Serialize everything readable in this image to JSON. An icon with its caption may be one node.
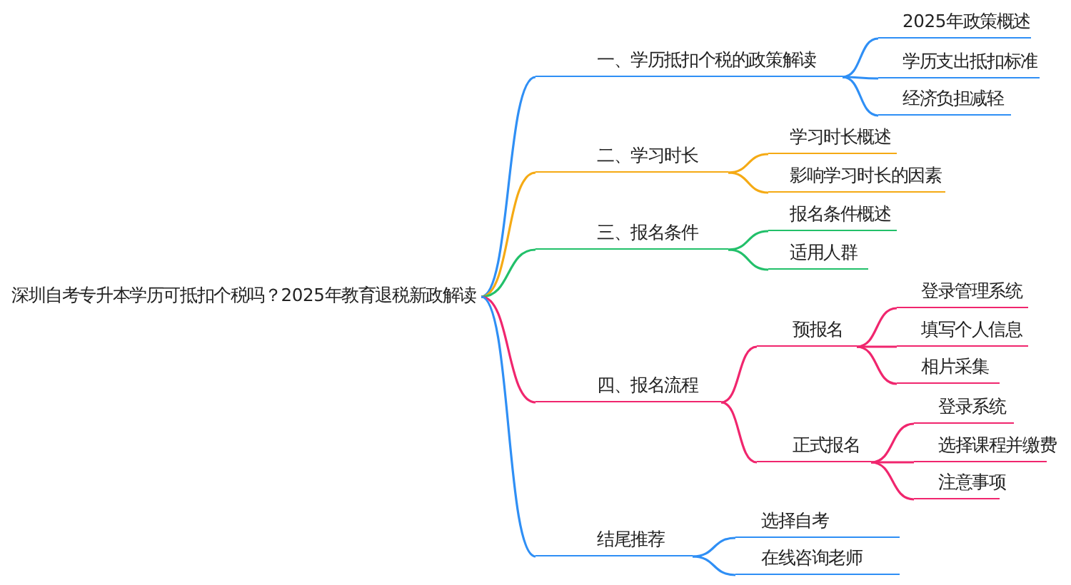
{
  "diagram": {
    "nodes": [
      {
        "text": [
          "深圳自考专升本学历可抵扣个税吗？2025年教育退税新政解读"
        ]
      },
      {
        "text": [
          "一、学历抵扣个税的政策解读"
        ]
      },
      {
        "text": [
          "2025年政策概述"
        ]
      },
      {
        "text": [
          "学历支出抵扣标准"
        ]
      },
      {
        "text": [
          "经济负担减轻"
        ]
      },
      {
        "text": [
          "二、学习时长"
        ]
      },
      {
        "text": [
          "学习时长概述"
        ]
      },
      {
        "text": [
          "影响学习时长的因素"
        ]
      },
      {
        "text": [
          "三、报名条件"
        ]
      },
      {
        "text": [
          "报名条件概述"
        ]
      },
      {
        "text": [
          "适用人群"
        ]
      },
      {
        "text": [
          "四、报名流程"
        ]
      },
      {
        "text": [
          "预报名"
        ]
      },
      {
        "text": [
          "登录管理系统"
        ]
      },
      {
        "text": [
          "填写个人信息"
        ]
      },
      {
        "text": [
          "相片采集"
        ]
      },
      {
        "text": [
          "正式报名"
        ]
      },
      {
        "text": [
          "登录系统"
        ]
      },
      {
        "text": [
          "选择课程并缴费"
        ]
      },
      {
        "text": [
          "注意事项"
        ]
      },
      {
        "text": [
          "结尾推荐"
        ]
      },
      {
        "text": [
          "选择自考"
        ]
      },
      {
        "text": [
          "在线咨询老师"
        ]
      }
    ],
    "edges": [
      {
        "from": 0,
        "to": 1,
        "arrow": "none",
        "color": "#2f8ff5"
      },
      {
        "from": 1,
        "to": 2,
        "arrow": "none",
        "color": "#2f8ff5"
      },
      {
        "from": 1,
        "to": 3,
        "arrow": "none",
        "color": "#2f8ff5"
      },
      {
        "from": 1,
        "to": 4,
        "arrow": "none",
        "color": "#2f8ff5"
      },
      {
        "from": 0,
        "to": 5,
        "arrow": "none",
        "color": "#f5aa14"
      },
      {
        "from": 5,
        "to": 6,
        "arrow": "none",
        "color": "#f5aa14"
      },
      {
        "from": 5,
        "to": 7,
        "arrow": "none",
        "color": "#f5aa14"
      },
      {
        "from": 0,
        "to": 8,
        "arrow": "none",
        "color": "#22c06a"
      },
      {
        "from": 8,
        "to": 9,
        "arrow": "none",
        "color": "#22c06a"
      },
      {
        "from": 8,
        "to": 10,
        "arrow": "none",
        "color": "#22c06a"
      },
      {
        "from": 0,
        "to": 11,
        "arrow": "none"
      },
      {
        "from": 11,
        "to": 12,
        "arrow": "none"
      },
      {
        "from": 12,
        "to": 13,
        "arrow": "none"
      },
      {
        "from": 12,
        "to": 14,
        "arrow": "none"
      },
      {
        "from": 12,
        "to": 15,
        "arrow": "none"
      },
      {
        "from": 11,
        "to": 16,
        "arrow": "none"
      },
      {
        "from": 16,
        "to": 17,
        "arrow": "none"
      },
      {
        "from": 16,
        "to": 18,
        "arrow": "none"
      },
      {
        "from": 16,
        "to": 19,
        "arrow": "none"
      },
      {
        "from": 0,
        "to": 20,
        "arrow": "none",
        "color": "#2f8ff5"
      },
      {
        "from": 20,
        "to": 21,
        "arrow": "none",
        "color": "#2f8ff5"
      },
      {
        "from": 20,
        "to": 22,
        "arrow": "none",
        "color": "#2f8ff5"
      }
    ]
  }
}
